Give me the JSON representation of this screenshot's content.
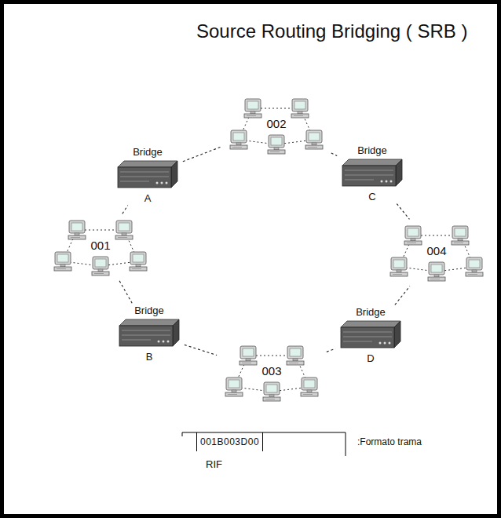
{
  "diagram": {
    "title": "Source Routing Bridging ( SRB )",
    "nodes": [
      {
        "text": [
          "Bridge",
          "A"
        ]
      },
      {
        "text": [
          "002"
        ]
      },
      {
        "text": [
          "Bridge",
          "C"
        ]
      },
      {
        "text": [
          "001"
        ]
      },
      {
        "text": [
          "004"
        ]
      },
      {
        "text": [
          "Bridge",
          "B"
        ]
      },
      {
        "text": [
          "003"
        ]
      },
      {
        "text": [
          "Bridge",
          "D"
        ]
      },
      {
        "text": [
          "001B003D00"
        ]
      }
    ],
    "edges": [
      {
        "from": 3,
        "to": 0,
        "arrow": "none"
      },
      {
        "from": 0,
        "to": 1,
        "arrow": "none"
      },
      {
        "from": 1,
        "to": 2,
        "arrow": "none"
      },
      {
        "from": 2,
        "to": 4,
        "arrow": "none"
      },
      {
        "from": 3,
        "to": 5,
        "arrow": "none"
      },
      {
        "from": 5,
        "to": 6,
        "arrow": "none"
      },
      {
        "from": 6,
        "to": 7,
        "arrow": "none"
      },
      {
        "from": 7,
        "to": 4,
        "arrow": "none"
      }
    ],
    "labels": [
      "RIF",
      ":Formato trama"
    ]
  }
}
